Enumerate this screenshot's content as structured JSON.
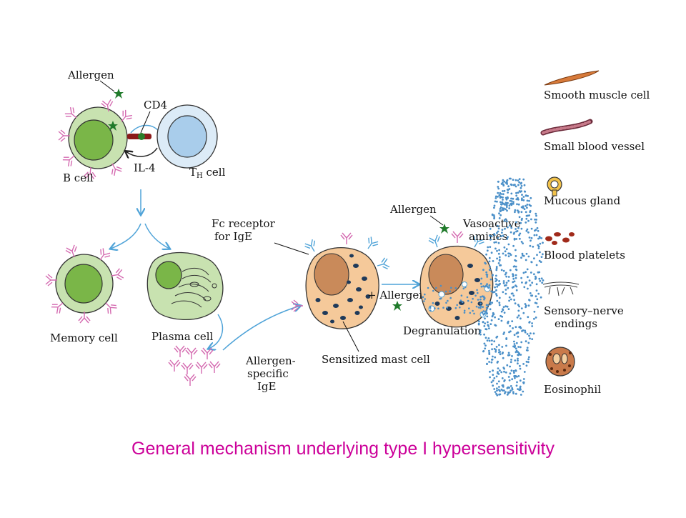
{
  "diagram": {
    "labels": {
      "allergen_top": "Allergen",
      "cd4": "CD4",
      "b_cell": "B cell",
      "il4": "IL-4",
      "th_cell_main": "T",
      "th_cell_sub": "H",
      "th_cell_rest": " cell",
      "memory_cell": "Memory cell",
      "plasma_cell": "Plasma cell",
      "fc_receptor_line1": "Fc receptor",
      "fc_receptor_line2": "for IgE",
      "allergen_specific_line1": "Allergen-",
      "allergen_specific_line2": "specific",
      "allergen_specific_line3": "IgE",
      "sensitized_mast_cell": "Sensitized mast cell",
      "plus_allergen": "+ Allergen",
      "allergen_mid": "Allergen",
      "vasoactive_line1": "Vasoactive",
      "vasoactive_line2": "amines",
      "degranulation": "Degranulation"
    },
    "targets": [
      {
        "label": "Smooth muscle cell",
        "icon": "smooth-muscle-cell-icon"
      },
      {
        "label": "Small blood vessel",
        "icon": "small-blood-vessel-icon"
      },
      {
        "label": "Mucous gland",
        "icon": "mucous-gland-icon"
      },
      {
        "label": "Blood platelets",
        "icon": "blood-platelets-icon"
      },
      {
        "label": "Sensory–nerve",
        "label2": "endings",
        "icon": "sensory-nerve-icon"
      },
      {
        "label": "Eosinophil",
        "icon": "eosinophil-icon"
      }
    ],
    "colors": {
      "green_cell": "#a8d08a",
      "green_nucleus": "#7ab648",
      "blue_cell": "#a9cdeb",
      "mast_cell": "#f5c99a",
      "granule": "#1f3a5a",
      "antibody_pink": "#d46ab0",
      "arrow_blue": "#4fa3d8",
      "allergen_green": "#1f7a2a",
      "caption": "#cc0099"
    }
  },
  "caption": "General mechanism underlying type I hypersensitivity"
}
